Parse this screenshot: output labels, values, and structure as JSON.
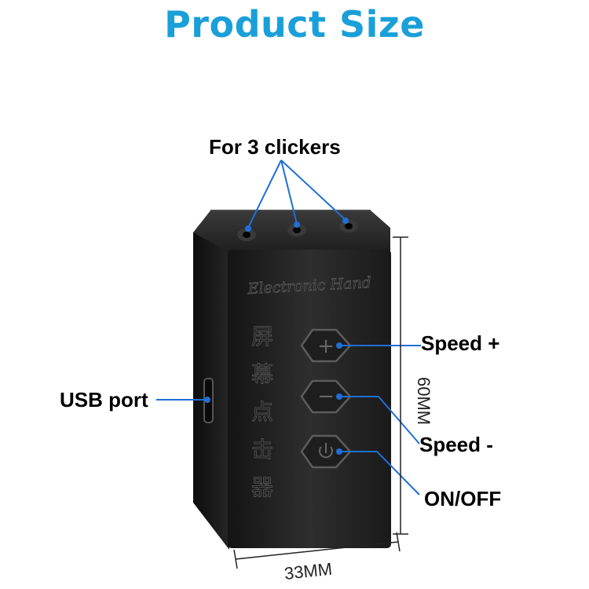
{
  "header": {
    "title": "Product Size"
  },
  "annotations": {
    "clickers": "For 3 clickers",
    "usb": "USB port",
    "speed_up": "Speed +",
    "speed_down": "Speed -",
    "power": "ON/OFF"
  },
  "device": {
    "brand_text": "Electronic Hand",
    "vertical_text": [
      "屏",
      "幕",
      "点",
      "击",
      "器"
    ]
  },
  "dimensions": {
    "height": "60MM",
    "width": "33MM"
  },
  "colors": {
    "title": "#1a9fd9",
    "accent_line": "#1f6fd6",
    "device_body": "#2b2b2b"
  }
}
